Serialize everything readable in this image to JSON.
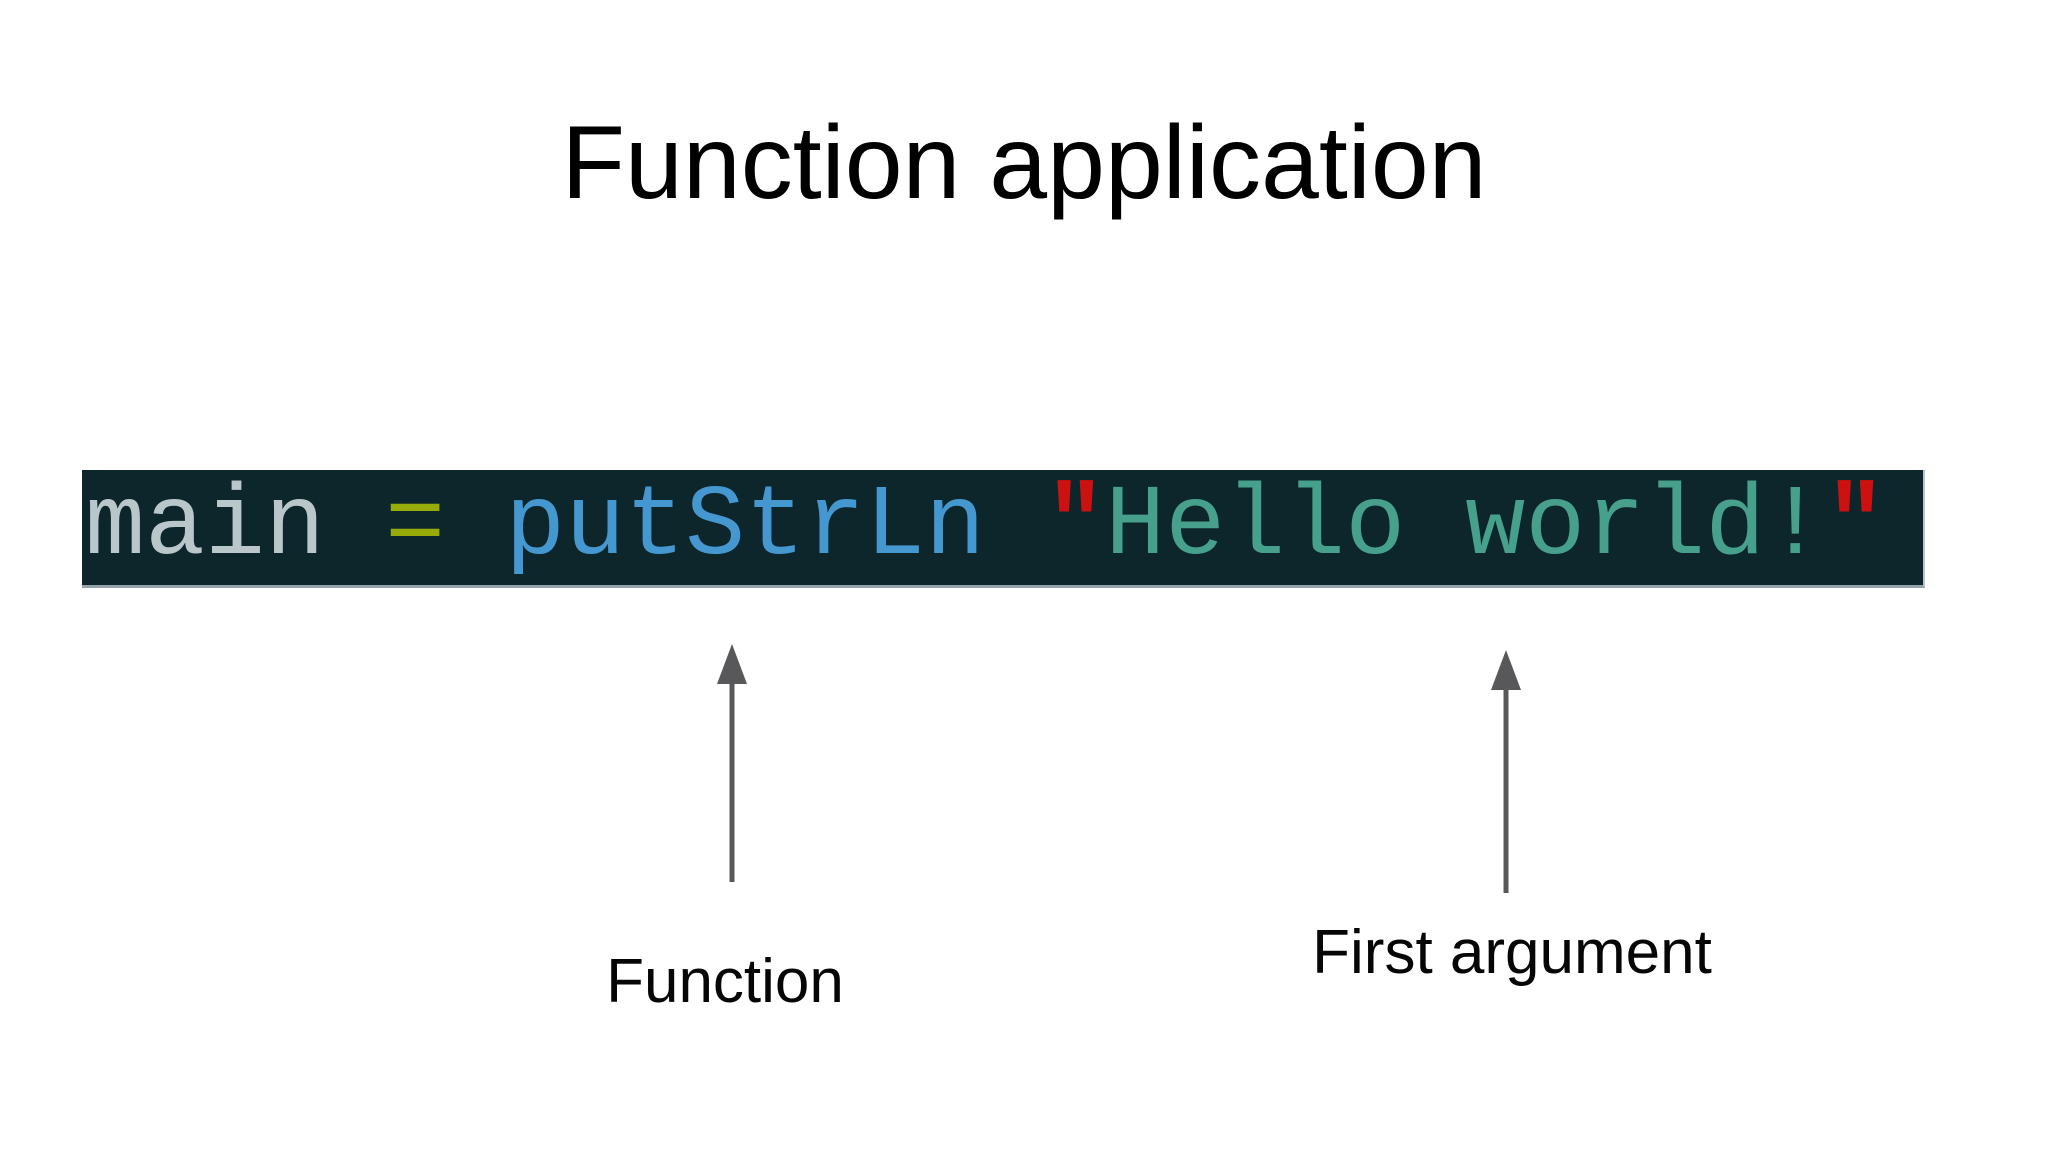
{
  "title": {
    "text": "Function application",
    "color": "#000000"
  },
  "code_block": {
    "background": "#0d262c",
    "full_text": "main = putStrLn \"Hello world!\"",
    "language": "haskell",
    "tokens": [
      {
        "text": "main",
        "role": "identifier",
        "color": "#b9c6ca"
      },
      {
        "text": " ",
        "role": "space",
        "color": ""
      },
      {
        "text": "=",
        "role": "operator",
        "color": "#97ab09"
      },
      {
        "text": " ",
        "role": "space",
        "color": ""
      },
      {
        "text": "putStrLn",
        "role": "function",
        "color": "#4597d0"
      },
      {
        "text": " ",
        "role": "space",
        "color": ""
      },
      {
        "text": "\"",
        "role": "quote",
        "color": "#cc1111"
      },
      {
        "text": "Hello world!",
        "role": "string",
        "color": "#46a08c"
      },
      {
        "text": "\"",
        "role": "quote",
        "color": "#cc1111"
      }
    ]
  },
  "annotations": {
    "function": {
      "label": "Function",
      "points_to": "putStrLn"
    },
    "first_argument": {
      "label": "First argument",
      "points_to": "\"Hello world!\""
    },
    "arrow_color": "#58585a",
    "label_color": "#060606"
  }
}
